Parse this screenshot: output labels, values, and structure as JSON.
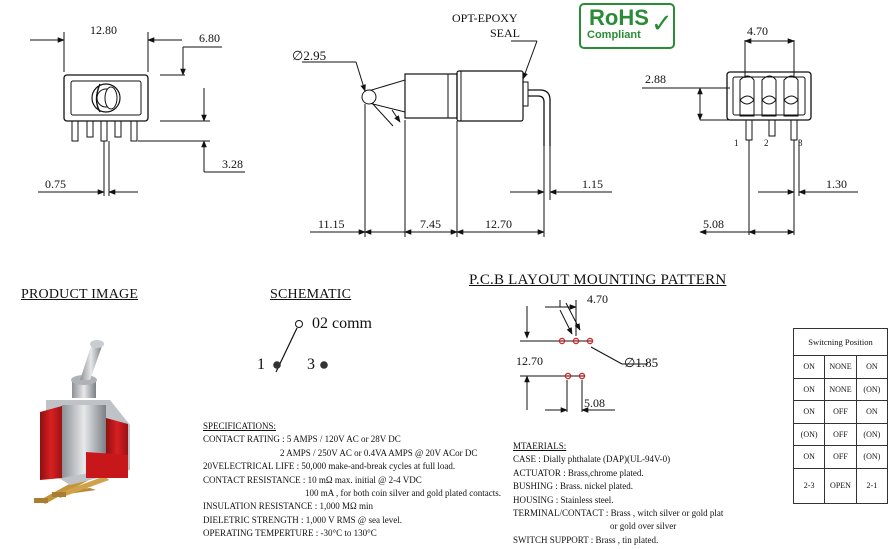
{
  "logo": {
    "top": "RoHS",
    "bottom": "Compliant"
  },
  "top_view": {
    "front": {
      "width": "12.80",
      "lever": "6.80",
      "pin_width": "0.75",
      "pin_len": "3.28"
    },
    "side": {
      "diameter": "∅2.95",
      "seal_line1": "OPT-EPOXY",
      "seal_line2": "SEAL",
      "dim_a": "11.15",
      "dim_b": "7.45",
      "dim_c": "12.70",
      "dim_d": "1.15"
    },
    "back": {
      "width": "4.70",
      "height": "2.88",
      "pin1": "1",
      "pin2": "2",
      "pin3": "3",
      "pitch": "5.08",
      "pin_w": "1.30"
    }
  },
  "sections": {
    "product_image": "PRODUCT IMAGE",
    "schematic": "SCHEMATIC",
    "pcb": "P.C.B LAYOUT MOUNTING PATTERN"
  },
  "schematic": {
    "common": "02 comm",
    "left": "1",
    "right": "3"
  },
  "pcb": {
    "dim_w": "4.70",
    "dim_h": "12.70",
    "hole": "∅1.85",
    "pitch": "5.08"
  },
  "specifications": {
    "title": "SPECIFICATIONS:",
    "lines": [
      "CONTACT RATING : 5 AMPS / 120V AC or 28V DC",
      "2 AMPS / 250V AC or 0.4VA AMPS @ 20V ACor DC",
      "20VELECTRICAL LIFE : 50,000 make-and-break cycles at full load.",
      "CONTACT RESISTANCE : 10 mΩ max. initial @ 2-4 VDC",
      "100 mA , for both coin silver and gold plated contacts.",
      "INSULATION RESISTANCE : 1,000 MΩ min",
      "DIELETRIC STRENGTH : 1,000 V RMS @ sea level.",
      "OPERATING TEMPERTURE : -30°C to 130°C"
    ]
  },
  "materials": {
    "title": "MTAERIALS:",
    "lines": [
      "CASE : Dially phthalate (DAP)(UL-94V-0)",
      "ACTUATOR : Brass,chrome plated.",
      "BUSHING : Brass. nickel plated.",
      "HOUSING : Stainless steel.",
      "TERMINAL/CONTACT : Brass , witch silver or gold plat",
      "or gold over silver",
      "SWITCH SUPPORT : Brass , tin plated."
    ]
  },
  "switch_table": {
    "title": "Switcning Position",
    "rows": [
      [
        "ON",
        "NONE",
        "ON"
      ],
      [
        "ON",
        "NONE",
        "(ON)"
      ],
      [
        "ON",
        "OFF",
        "ON"
      ],
      [
        "(ON)",
        "OFF",
        "(ON)"
      ],
      [
        "ON",
        "OFF",
        "(ON)"
      ],
      [
        "2-3",
        "OPEN",
        "2-1"
      ]
    ]
  },
  "colors": {
    "logo_green": "#2a8c36",
    "pcb_red": "#d42020",
    "switch_red": "#c8171b"
  }
}
